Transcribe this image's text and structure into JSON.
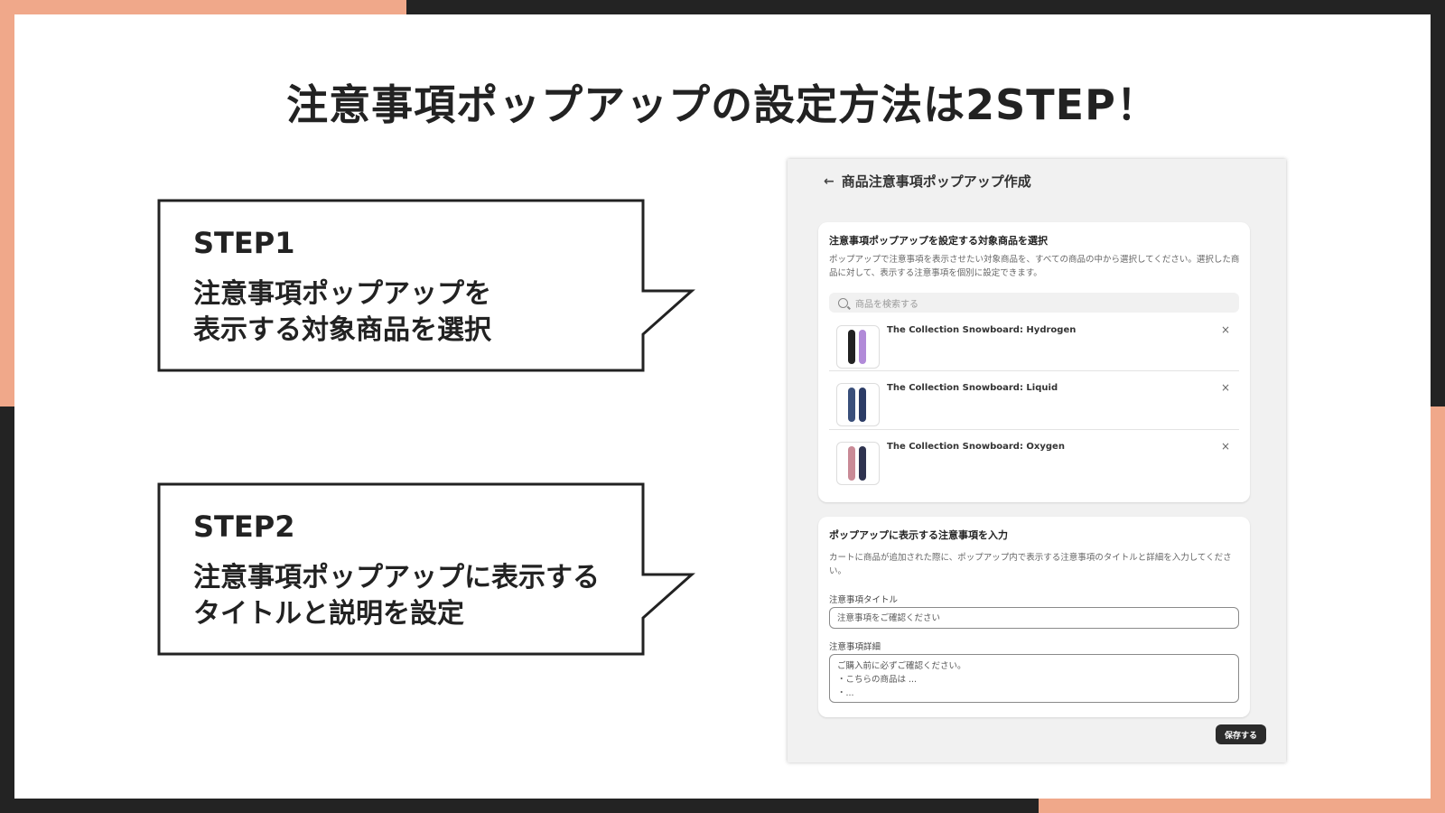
{
  "slide": {
    "title": "注意事項ポップアップの設定方法は2STEP！",
    "colors": {
      "accent": "#f0a88a",
      "dark": "#232323",
      "panel_bg": "#f1f1f1"
    }
  },
  "steps": [
    {
      "label": "STEP1",
      "description": "注意事項ポップアップを\n表示する対象商品を選択"
    },
    {
      "label": "STEP2",
      "description": "注意事項ポップアップに表示する\nタイトルと説明を設定"
    }
  ],
  "panel": {
    "back_icon": "arrow-left-icon",
    "header": "商品注意事項ポップアップ作成",
    "product_card": {
      "title": "注意事項ポップアップを設定する対象商品を選択",
      "description": "ポップアップで注意事項を表示させたい対象商品を、すべての商品の中から選択してください。選択した商品に対して、表示する注意事項を個別に設定できます。",
      "search_placeholder": "商品を検索する",
      "products": [
        {
          "name": "The Collection Snowboard: Hydrogen",
          "remove": "×"
        },
        {
          "name": "The Collection Snowboard: Liquid",
          "remove": "×"
        },
        {
          "name": "The Collection Snowboard: Oxygen",
          "remove": "×"
        }
      ]
    },
    "notice_card": {
      "title": "ポップアップに表示する注意事項を入力",
      "description": "カートに商品が追加された際に、ポップアップ内で表示する注意事項のタイトルと詳細を入力してください。",
      "title_label": "注意事項タイトル",
      "title_value": "注意事項をご確認ください",
      "detail_label": "注意事項詳細",
      "detail_value": "ご購入前に必ずご確認ください。\n・こちらの商品は ...\n・..."
    },
    "save_label": "保存する"
  }
}
